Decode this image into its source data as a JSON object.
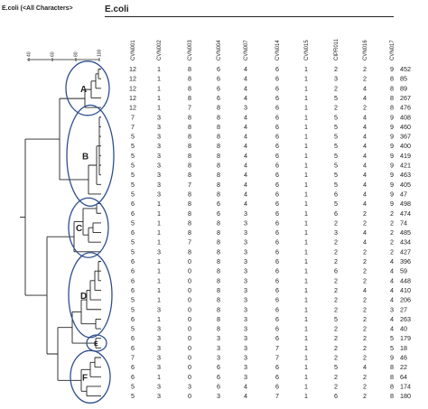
{
  "header": {
    "left_label": "E.coli (<All Characters>",
    "title": "E.coli"
  },
  "scale": {
    "ticks": [
      "40",
      "60",
      "80",
      "100"
    ]
  },
  "columns": [
    "CVN001",
    "CVN002",
    "CVN003",
    "CVN004",
    "CVN007",
    "CVN014",
    "CVN015",
    "CIPR011",
    "CVN016",
    "CVN017"
  ],
  "rows": [
    {
      "values": [
        "12",
        "1",
        "8",
        "6",
        "4",
        "6",
        "1",
        "2",
        "2",
        "9"
      ],
      "id": "452"
    },
    {
      "values": [
        "12",
        "1",
        "8",
        "6",
        "4",
        "6",
        "1",
        "3",
        "2",
        "8"
      ],
      "id": "85"
    },
    {
      "values": [
        "12",
        "1",
        "8",
        "6",
        "4",
        "6",
        "1",
        "2",
        "4",
        "8"
      ],
      "id": "89"
    },
    {
      "values": [
        "12",
        "1",
        "8",
        "6",
        "4",
        "6",
        "1",
        "5",
        "4",
        "8"
      ],
      "id": "267"
    },
    {
      "values": [
        "12",
        "1",
        "7",
        "8",
        "3",
        "6",
        "1",
        "2",
        "2",
        "8"
      ],
      "id": "476"
    },
    {
      "values": [
        "7",
        "3",
        "8",
        "8",
        "4",
        "6",
        "1",
        "5",
        "4",
        "9"
      ],
      "id": "408"
    },
    {
      "values": [
        "7",
        "3",
        "8",
        "8",
        "4",
        "6",
        "1",
        "5",
        "4",
        "9"
      ],
      "id": "460"
    },
    {
      "values": [
        "5",
        "3",
        "8",
        "8",
        "4",
        "6",
        "1",
        "5",
        "4",
        "9"
      ],
      "id": "367"
    },
    {
      "values": [
        "5",
        "3",
        "8",
        "8",
        "4",
        "6",
        "1",
        "5",
        "4",
        "9"
      ],
      "id": "400"
    },
    {
      "values": [
        "5",
        "3",
        "8",
        "8",
        "4",
        "6",
        "1",
        "5",
        "4",
        "9"
      ],
      "id": "419"
    },
    {
      "values": [
        "5",
        "3",
        "8",
        "8",
        "4",
        "6",
        "1",
        "5",
        "4",
        "9"
      ],
      "id": "421"
    },
    {
      "values": [
        "5",
        "3",
        "8",
        "8",
        "4",
        "6",
        "1",
        "5",
        "4",
        "9"
      ],
      "id": "463"
    },
    {
      "values": [
        "5",
        "3",
        "7",
        "8",
        "4",
        "6",
        "1",
        "5",
        "4",
        "9"
      ],
      "id": "405"
    },
    {
      "values": [
        "5",
        "3",
        "8",
        "8",
        "4",
        "6",
        "1",
        "6",
        "4",
        "9"
      ],
      "id": "47"
    },
    {
      "values": [
        "6",
        "1",
        "8",
        "6",
        "4",
        "6",
        "1",
        "5",
        "4",
        "9"
      ],
      "id": "498"
    },
    {
      "values": [
        "6",
        "1",
        "8",
        "6",
        "3",
        "6",
        "1",
        "6",
        "2",
        "2"
      ],
      "id": "474"
    },
    {
      "values": [
        "5",
        "1",
        "8",
        "8",
        "3",
        "6",
        "1",
        "2",
        "2",
        "2"
      ],
      "id": "74"
    },
    {
      "values": [
        "6",
        "1",
        "8",
        "8",
        "3",
        "6",
        "1",
        "3",
        "4",
        "2"
      ],
      "id": "485"
    },
    {
      "values": [
        "5",
        "1",
        "7",
        "8",
        "3",
        "6",
        "1",
        "2",
        "4",
        "2"
      ],
      "id": "434"
    },
    {
      "values": [
        "5",
        "3",
        "8",
        "8",
        "3",
        "6",
        "1",
        "2",
        "2",
        "2"
      ],
      "id": "427"
    },
    {
      "values": [
        "6",
        "1",
        "0",
        "8",
        "3",
        "6",
        "1",
        "2",
        "2",
        "4"
      ],
      "id": "396"
    },
    {
      "values": [
        "6",
        "1",
        "0",
        "8",
        "3",
        "6",
        "1",
        "6",
        "2",
        "4"
      ],
      "id": "59"
    },
    {
      "values": [
        "6",
        "1",
        "0",
        "8",
        "3",
        "6",
        "1",
        "2",
        "2",
        "4"
      ],
      "id": "448"
    },
    {
      "values": [
        "6",
        "1",
        "0",
        "8",
        "3",
        "6",
        "1",
        "2",
        "4",
        "4"
      ],
      "id": "410"
    },
    {
      "values": [
        "5",
        "1",
        "0",
        "8",
        "3",
        "6",
        "1",
        "2",
        "2",
        "4"
      ],
      "id": "206"
    },
    {
      "values": [
        "5",
        "3",
        "0",
        "8",
        "3",
        "6",
        "1",
        "2",
        "2",
        "3"
      ],
      "id": "27"
    },
    {
      "values": [
        "6",
        "1",
        "0",
        "8",
        "3",
        "6",
        "1",
        "5",
        "2",
        "4"
      ],
      "id": "263"
    },
    {
      "values": [
        "5",
        "3",
        "0",
        "8",
        "3",
        "6",
        "1",
        "2",
        "2",
        "4"
      ],
      "id": "40"
    },
    {
      "values": [
        "6",
        "3",
        "0",
        "3",
        "3",
        "6",
        "1",
        "2",
        "2",
        "5"
      ],
      "id": "179"
    },
    {
      "values": [
        "6",
        "3",
        "0",
        "3",
        "3",
        "7",
        "1",
        "2",
        "2",
        "5"
      ],
      "id": "18"
    },
    {
      "values": [
        "7",
        "3",
        "0",
        "3",
        "3",
        "7",
        "1",
        "2",
        "2",
        "9"
      ],
      "id": "46"
    },
    {
      "values": [
        "6",
        "3",
        "0",
        "6",
        "3",
        "6",
        "1",
        "5",
        "4",
        "8"
      ],
      "id": "22"
    },
    {
      "values": [
        "6",
        "1",
        "0",
        "6",
        "3",
        "6",
        "1",
        "2",
        "2",
        "8"
      ],
      "id": "64"
    },
    {
      "values": [
        "5",
        "3",
        "3",
        "6",
        "4",
        "6",
        "1",
        "2",
        "2",
        "8"
      ],
      "id": "174"
    },
    {
      "values": [
        "5",
        "3",
        "0",
        "3",
        "4",
        "7",
        "1",
        "6",
        "2",
        "8"
      ],
      "id": "180"
    }
  ],
  "clusters": [
    "A",
    "B",
    "C",
    "D",
    "E",
    "F"
  ],
  "colors": {
    "cluster_outline": "#2e4f8f",
    "line": "#222222"
  }
}
